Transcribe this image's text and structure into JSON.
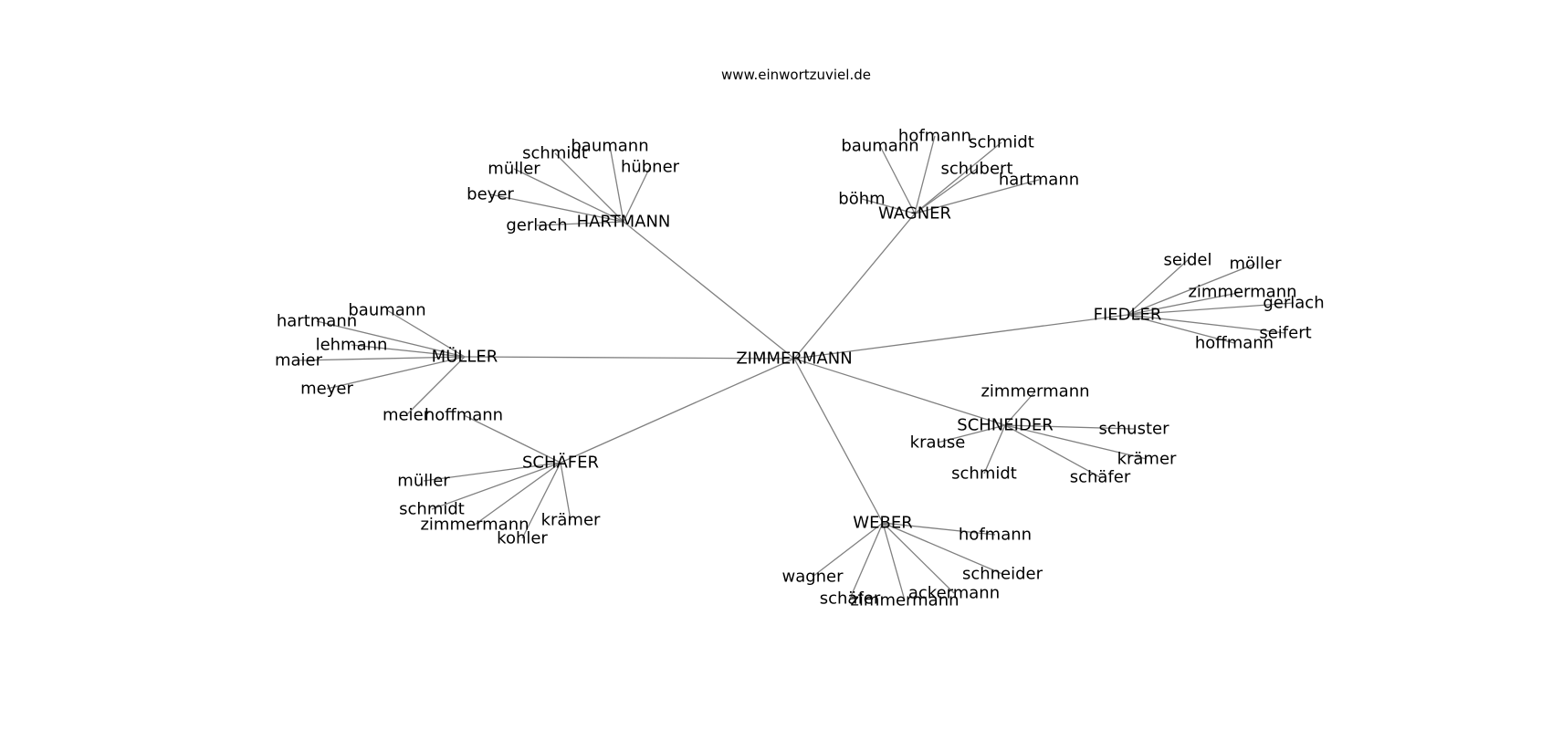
{
  "title": "www.einwortzuviel.de",
  "root": "ZIMMERMANN",
  "clusters": [
    {
      "name": "HARTMANN",
      "children": [
        "baumann",
        "schmidt",
        "müller",
        "beyer",
        "gerlach",
        "hübner"
      ]
    },
    {
      "name": "WAGNER",
      "children": [
        "baumann",
        "hofmann",
        "schmidt",
        "schubert",
        "hartmann",
        "böhm"
      ]
    },
    {
      "name": "FIEDLER",
      "children": [
        "seidel",
        "möller",
        "zimmermann",
        "gerlach",
        "seifert",
        "hoffmann"
      ]
    },
    {
      "name": "MÜLLER",
      "children": [
        "baumann",
        "hartmann",
        "lehmann",
        "maier",
        "meyer",
        "meier"
      ]
    },
    {
      "name": "SCHNEIDER",
      "children": [
        "zimmermann",
        "schuster",
        "krämer",
        "schäfer",
        "schmidt",
        "krause"
      ]
    },
    {
      "name": "SCHÄFER",
      "children": [
        "hoffmann",
        "müller",
        "schmidt",
        "zimmermann",
        "kohler",
        "krämer"
      ]
    },
    {
      "name": "WEBER",
      "children": [
        "hofmann",
        "schneider",
        "ackermann",
        "zimmermann",
        "schäfer",
        "wagner"
      ]
    }
  ]
}
